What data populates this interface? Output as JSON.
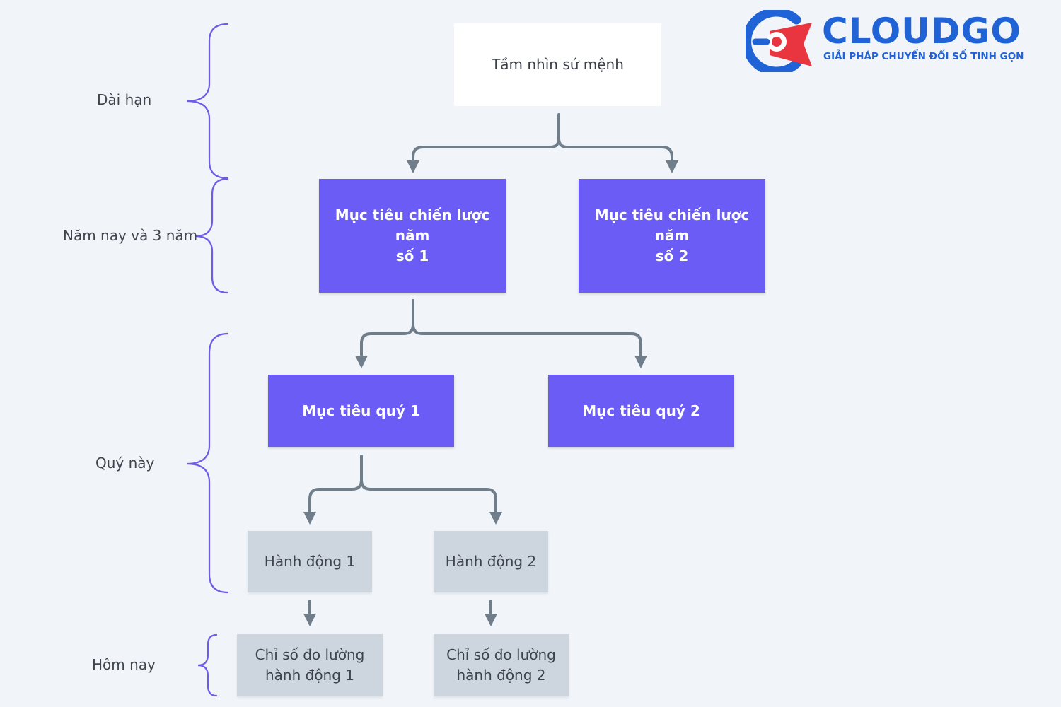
{
  "logo": {
    "brand": "CLOUDGO",
    "tagline": "GIẢI PHÁP CHUYỂN ĐỔI SỐ TINH GỌN"
  },
  "levels": {
    "long_term": "Dài hạn",
    "this_year": "Năm nay và 3 năm",
    "this_quarter": "Quý này",
    "today": "Hôm nay"
  },
  "nodes": {
    "vision": "Tầm nhìn sứ mệnh",
    "strategic_goal_1": {
      "line1": "Mục tiêu chiến lược năm",
      "line2": "số 1"
    },
    "strategic_goal_2": {
      "line1": "Mục tiêu chiến lược năm",
      "line2": "số 2"
    },
    "quarter_goal_1": "Mục tiêu quý 1",
    "quarter_goal_2": "Mục tiêu quý 2",
    "action_1": "Hành động 1",
    "action_2": "Hành động 2",
    "metric_1": {
      "line1": "Chỉ số đo lường",
      "line2": "hành động 1"
    },
    "metric_2": {
      "line1": "Chỉ số đo lường",
      "line2": "hành động 2"
    }
  },
  "colors": {
    "background": "#f1f4f8",
    "purple": "#6b5cf6",
    "gray_box": "#cdd5de",
    "connector": "#707e8c",
    "brace": "#6c5ce7",
    "brand_blue": "#1f63d6",
    "brand_red": "#e8353f"
  }
}
